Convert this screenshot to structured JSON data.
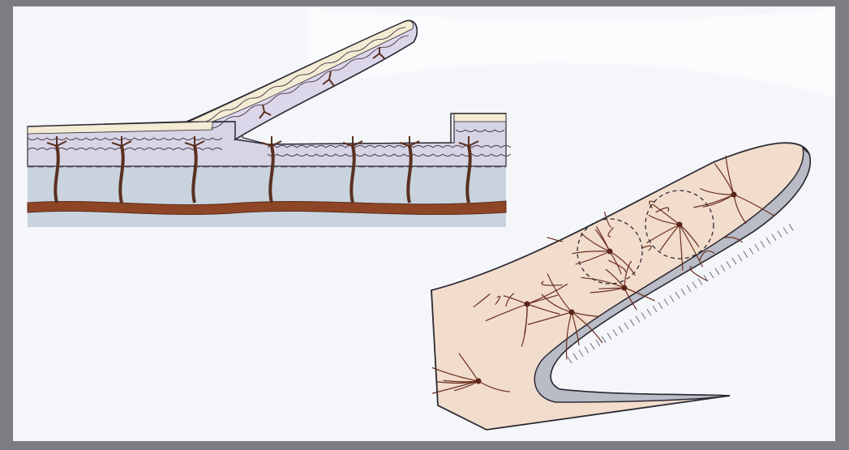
{
  "figure": {
    "panels": [
      {
        "id": "panel-a",
        "subject": "skin-flap-with-perforator-vessels"
      },
      {
        "id": "panel-b",
        "subject": "random-pattern-flap-with-dermal-plexus"
      }
    ],
    "colors": {
      "frame": "#7b7d82",
      "paper": "#f5f6fa",
      "dermis": "#d7d4e6",
      "subcutis": "#c9d3dd",
      "epidermis": "#f4ebd4",
      "muscle_vessel": "#8e4526",
      "vessel_line": "#5a3020",
      "flap_tissue": "#f2dccc",
      "flap_edge": "#b9bcc6",
      "outline": "#2b2a33"
    }
  }
}
